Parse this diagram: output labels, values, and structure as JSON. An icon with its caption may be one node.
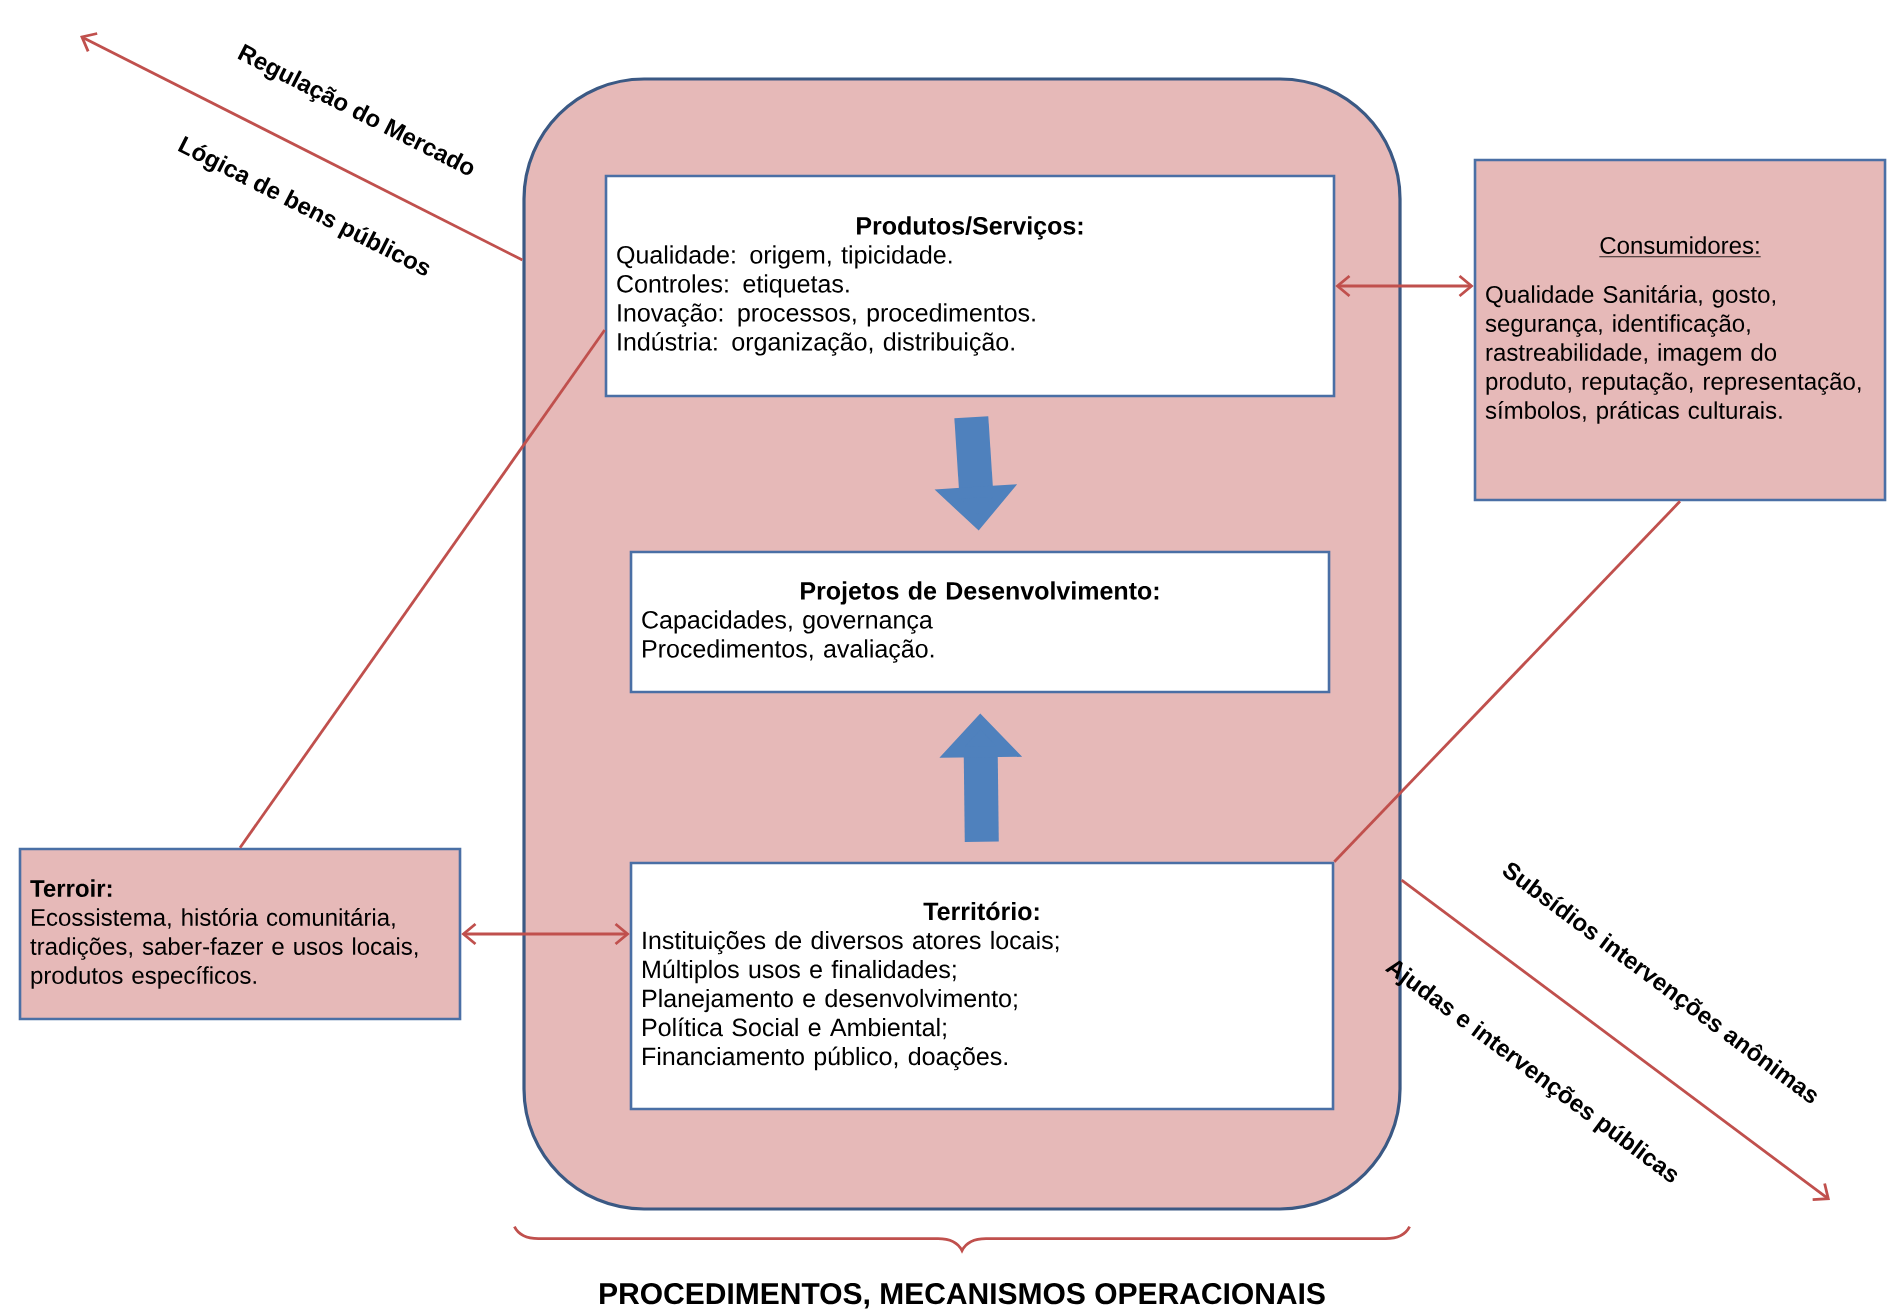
{
  "diagram": {
    "nodes": [
      {
        "text": [],
        "shape": "box",
        "beside": [
          "PROCEDIMENTOS, MECANISMOS OPERACIONAIS"
        ]
      },
      {
        "text": [
          "Produtos/Serviços:",
          "Qualidade: origem, tipicidade.",
          "Controles: etiquetas.",
          "Inovação: processos, procedimentos.",
          "Indústria: organização, distribuição."
        ],
        "in": 0
      },
      {
        "text": [
          "Projetos de Desenvolvimento:",
          "Capacidades, governança",
          "Procedimentos, avaliação."
        ],
        "in": 0
      },
      {
        "text": [
          "Território:",
          "Instituições de diversos atores locais;",
          "Múltiplos usos e finalidades;",
          "Planejamento e desenvolvimento;",
          "Política Social e Ambiental;",
          "Financiamento público, doações."
        ],
        "in": 0
      },
      {
        "text": [
          "Consumidores:",
          "Qualidade Sanitária, gosto, segurança, identificação, rastreabilidade, imagem do produto, reputação, representação, símbolos, práticas culturais."
        ]
      },
      {
        "text": [
          "Terroir:",
          "Ecossistema, história comunitária, tradições, saber-fazer e usos locais, produtos específicos."
        ]
      }
    ],
    "edges": [
      {
        "from": 0,
        "to": null,
        "arrow": "to",
        "label": "Regulação do Mercado"
      },
      {
        "from": 1,
        "to": 4,
        "arrow": "both"
      },
      {
        "from": 1,
        "to": 2,
        "arrow": "to",
        "style": "thick",
        "color": "#4f81bd"
      },
      {
        "from": 3,
        "to": 2,
        "arrow": "to",
        "style": "thick",
        "color": "#4f81bd"
      },
      {
        "from": 5,
        "to": 3,
        "arrow": "both"
      },
      {
        "from": 5,
        "to": 1,
        "arrow": "none"
      },
      {
        "from": 4,
        "to": 3,
        "arrow": "none"
      },
      {
        "from": 0,
        "to": null,
        "arrow": "to",
        "label": "Subsídios intervenções anônimas"
      }
    ],
    "labels": [
      "Lógica de bens públicos",
      "Ajudas e intervenções públicas"
    ]
  }
}
